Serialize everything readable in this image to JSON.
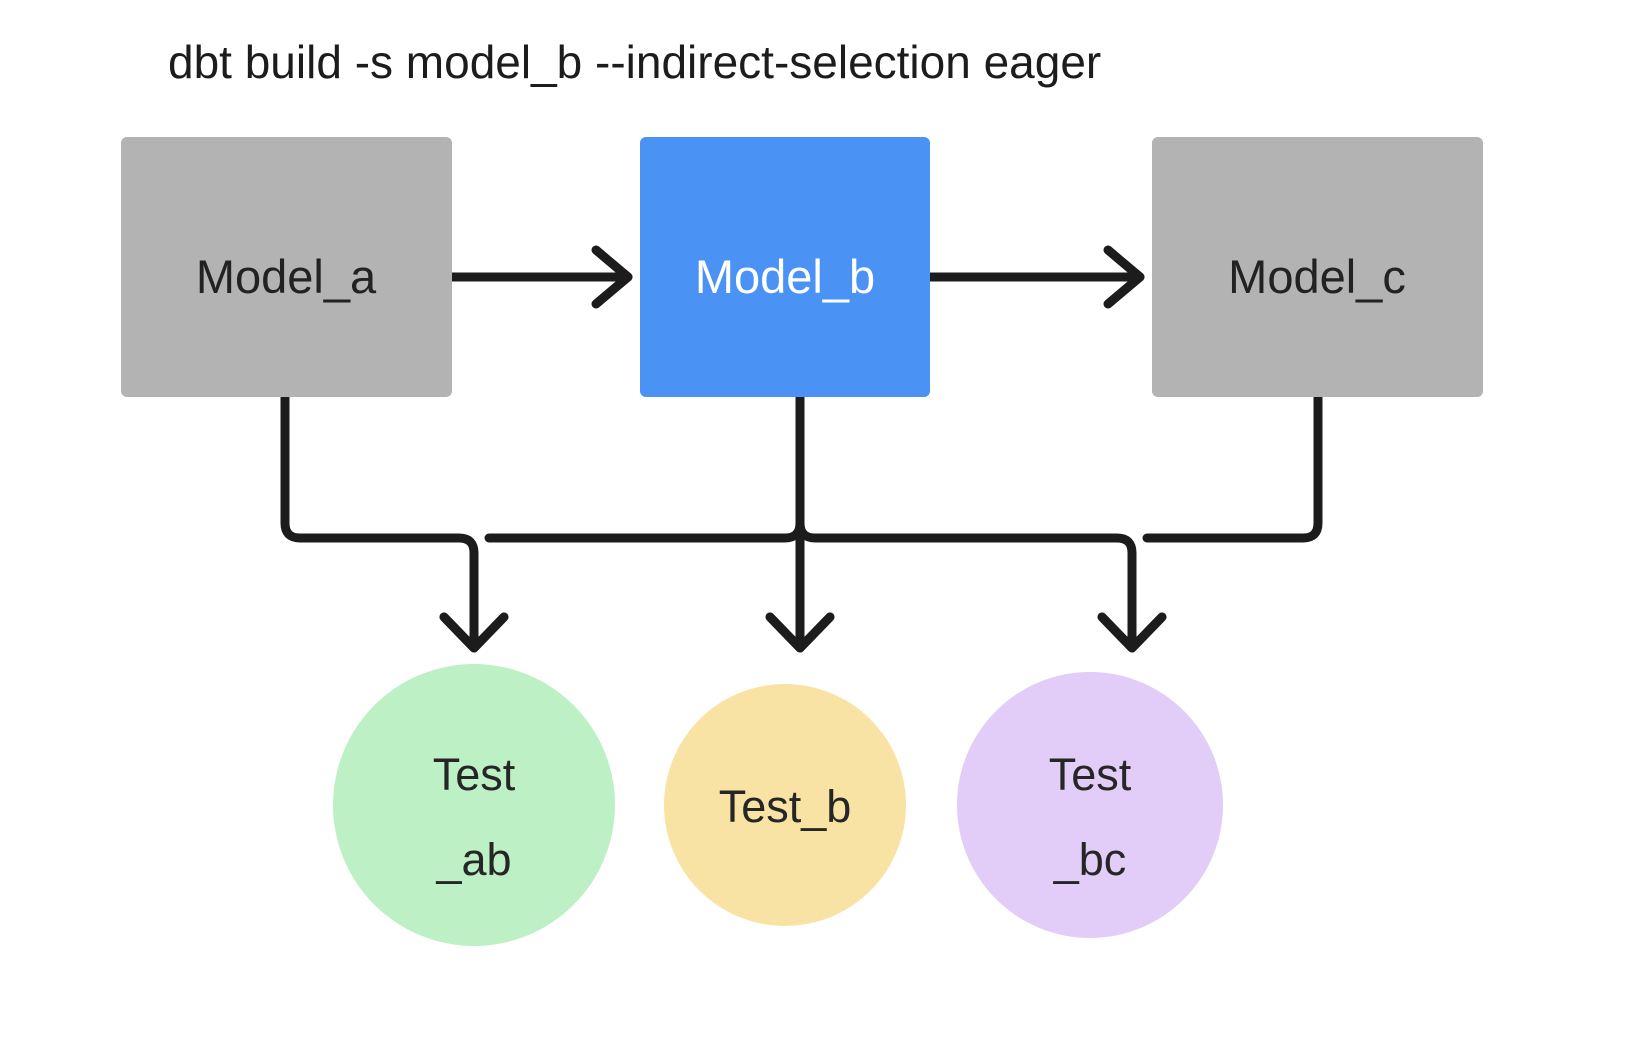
{
  "diagram": {
    "title": "dbt build -s model_b --indirect-selection eager",
    "background_color": "#ffffff",
    "edge_color": "#1c1c1c",
    "nodes": [
      {
        "id": "model_a",
        "label": "Model_a",
        "shape": "rectangle",
        "fill": "#b3b3b3",
        "text_color": "#222222",
        "selected": false
      },
      {
        "id": "model_b",
        "label": "Model_b",
        "shape": "rectangle",
        "fill": "#4a93f5",
        "text_color": "#ffffff",
        "selected": true
      },
      {
        "id": "model_c",
        "label": "Model_c",
        "shape": "rectangle",
        "fill": "#b3b3b3",
        "text_color": "#222222",
        "selected": false
      },
      {
        "id": "test_ab",
        "label_line1": "Test",
        "label_line2": "_ab",
        "shape": "circle",
        "fill": "#bdf0c5",
        "text_color": "#262626",
        "selected": false
      },
      {
        "id": "test_b",
        "label_line1": "Test_b",
        "label_line2": "",
        "shape": "circle",
        "fill": "#f9e3a4",
        "text_color": "#262626",
        "selected": false
      },
      {
        "id": "test_bc",
        "label_line1": "Test",
        "label_line2": "_bc",
        "shape": "circle",
        "fill": "#e1cdf7",
        "text_color": "#262626",
        "selected": false
      }
    ],
    "edges": [
      {
        "from": "model_a",
        "to": "model_b",
        "style": "straight-arrow"
      },
      {
        "from": "model_b",
        "to": "model_c",
        "style": "straight-arrow"
      },
      {
        "from": "model_a",
        "to": "test_ab",
        "style": "elbow-arrow"
      },
      {
        "from": "model_b",
        "to": "test_ab",
        "style": "elbow-arrow"
      },
      {
        "from": "model_b",
        "to": "test_b",
        "style": "straight-arrow"
      },
      {
        "from": "model_b",
        "to": "test_bc",
        "style": "elbow-arrow"
      },
      {
        "from": "model_c",
        "to": "test_bc",
        "style": "elbow-arrow"
      }
    ]
  }
}
